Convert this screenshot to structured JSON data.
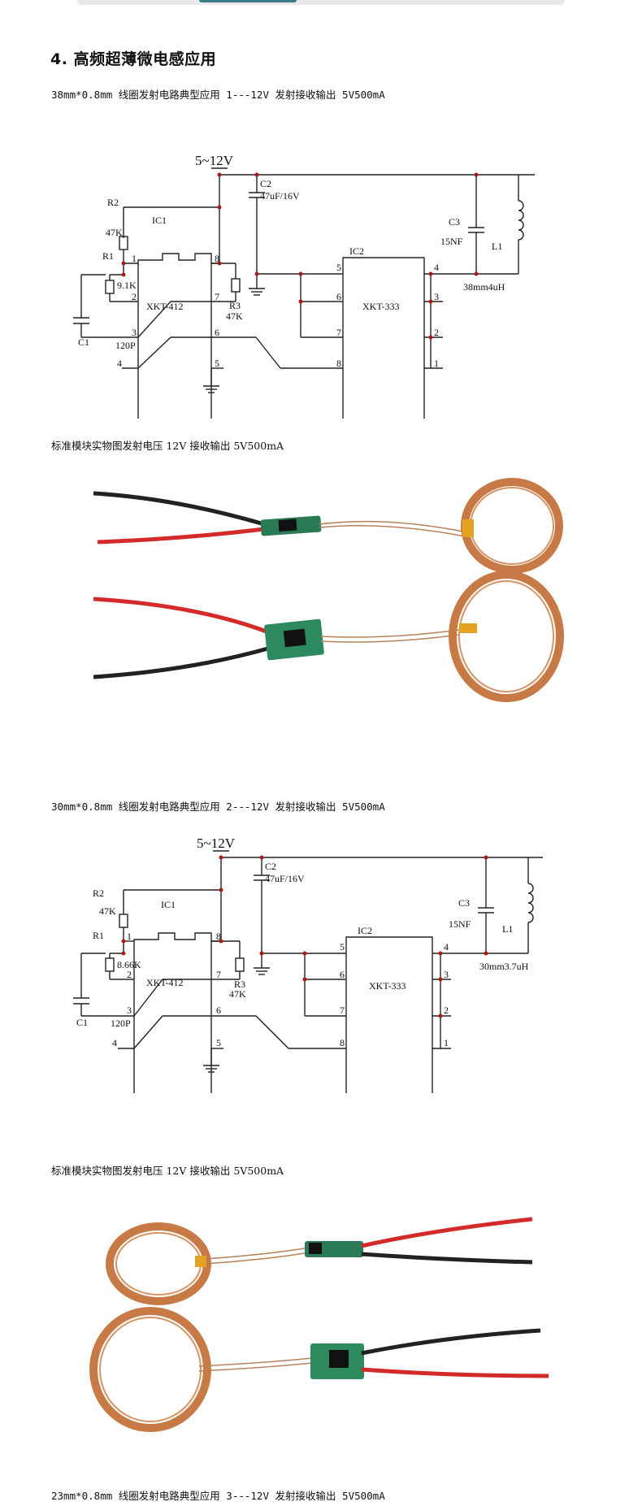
{
  "section": {
    "number": "4.",
    "title": "高频超薄微电感应用"
  },
  "app1": {
    "caption": "38mm*0.8mm 线圈发射电路典型应用 1---12V 发射接收输出 5V500mA",
    "supply": "5~12V",
    "ic1": "IC1",
    "ic1_part": "XKT-412",
    "ic2": "IC2",
    "ic2_part": "XKT-333",
    "r1": "R1",
    "r1_val": "9.1K",
    "r2": "R2",
    "r2_val": "47K",
    "r3": "R3",
    "r3_val": "47K",
    "c1": "C1",
    "c1_val": "120P",
    "c2": "C2",
    "c2_val": "47uF/16V",
    "c3": "C3",
    "c3_val": "15NF",
    "l1": "L1",
    "l1_val": "38mm4uH",
    "photo_caption": "标准模块实物图发射电压 12V  接收输出 5V500mA"
  },
  "app2": {
    "caption": "30mm*0.8mm 线圈发射电路典型应用 2---12V 发射接收输出 5V500mA",
    "supply": "5~12V",
    "ic1": "IC1",
    "ic1_part": "XKT-412",
    "ic2": "IC2",
    "ic2_part": "XKT-333",
    "r1": "R1",
    "r1_val": "8.66K",
    "r2": "R2",
    "r2_val": "47K",
    "r3": "R3",
    "r3_val": "47K",
    "c1": "C1",
    "c1_val": "120P",
    "c2": "C2",
    "c2_val": "47uF/16V",
    "c3": "C3",
    "c3_val": "15NF",
    "l1": "L1",
    "l1_val": "30mm3.7uH",
    "photo_caption": "标准模块实物图发射电压 12V  接收输出 5V500mA"
  },
  "app3": {
    "caption": "23mm*0.8mm 线圈发射电路典型应用 3---12V 发射接收输出 5V500mA"
  },
  "pins": {
    "p1": "1",
    "p2": "2",
    "p3": "3",
    "p4": "4",
    "p5": "5",
    "p6": "6",
    "p7": "7",
    "p8": "8"
  }
}
